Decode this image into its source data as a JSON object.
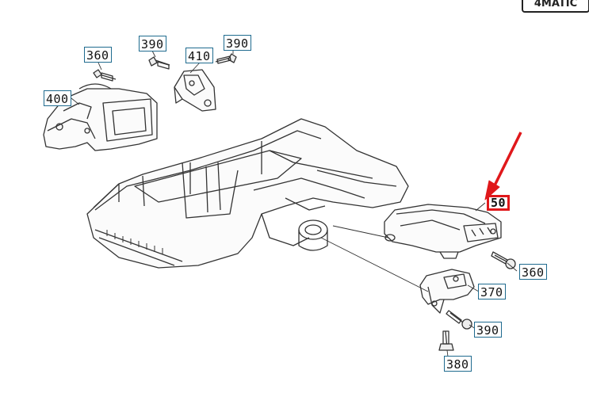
{
  "badge": {
    "text": "4MATIC"
  },
  "callouts": {
    "c360_top": "360",
    "c390_top_a": "390",
    "c410": "410",
    "c390_top_b": "390",
    "c400": "400",
    "c50": "50",
    "c360_right": "360",
    "c370": "370",
    "c390_bottom": "390",
    "c380": "380"
  },
  "colors": {
    "line": "#333333",
    "callout_border": "#1f6b8f",
    "highlight": "#e0181b"
  }
}
